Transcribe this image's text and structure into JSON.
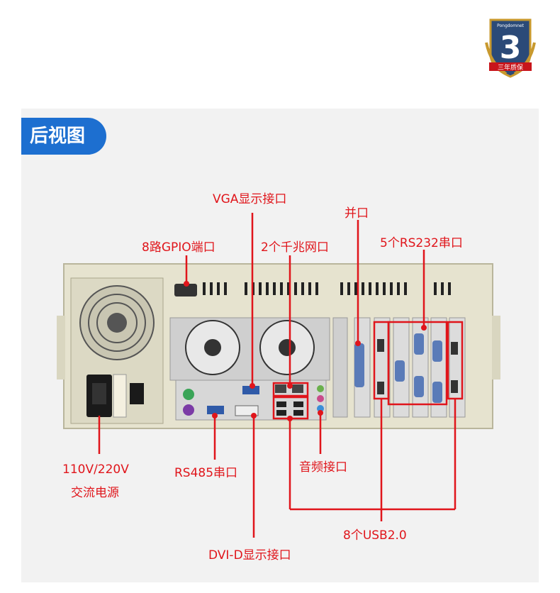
{
  "badge": {
    "number": "3",
    "brand": "Pongdomnet",
    "caption": "三年质保"
  },
  "section_title": "后视图",
  "labels": {
    "vga": "VGA显示接口",
    "parallel": "并口",
    "gpio": "8路GPIO端口",
    "lan": "2个千兆网口",
    "rs232": "5个RS232串口",
    "power_line1": "110V/220V",
    "power_line2": "交流电源",
    "rs485": "RS485串口",
    "audio": "音频接口",
    "usb": "8个USB2.0",
    "dvi": "DVI-D显示接口"
  },
  "colors": {
    "accent": "#e0151b",
    "tab": "#1d6fd0",
    "chassis": "#e6e3cf",
    "badge": "#2b4a78",
    "badge_gold": "#c8992e"
  }
}
